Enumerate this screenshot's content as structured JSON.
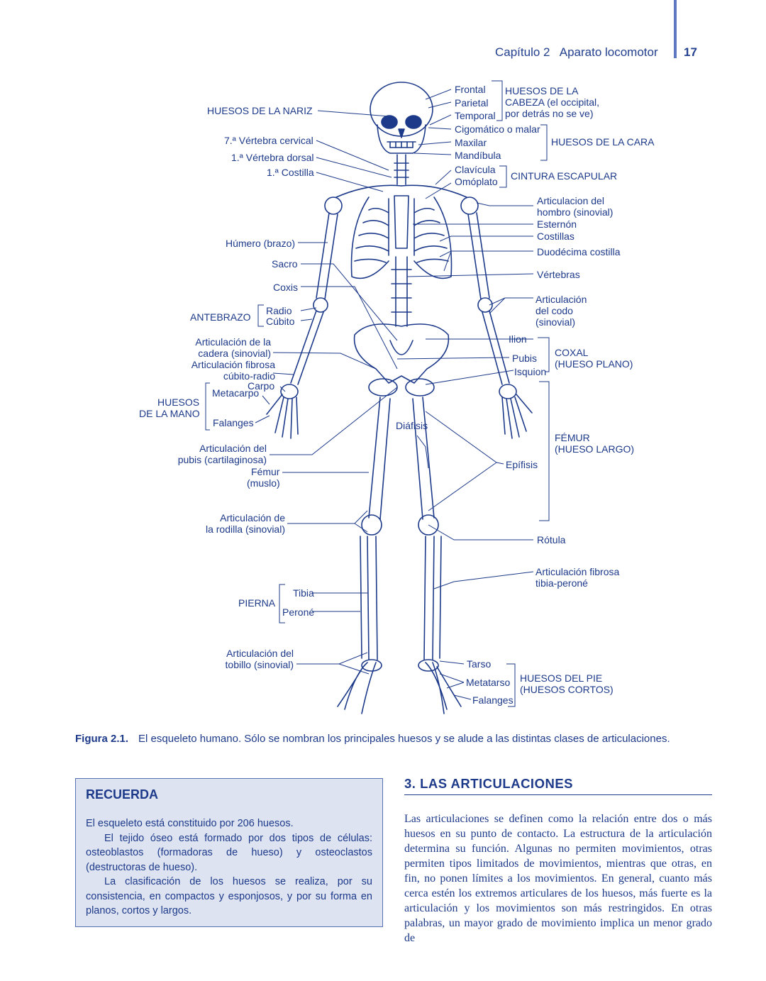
{
  "header": {
    "chapter": "Capítulo 2   Aparato locomotor",
    "page_number": "17"
  },
  "figure": {
    "labels": {
      "huesos_nariz": "HUESOS DE LA NARIZ",
      "vertebra_cervical": "7.ª Vértebra cervical",
      "vertebra_dorsal": "1.ª Vértebra dorsal",
      "costilla_1": "1.ª Costilla",
      "humero": "Húmero (brazo)",
      "sacro": "Sacro",
      "coxis": "Coxis",
      "antebrazo": "ANTEBRAZO",
      "radio": "Radio",
      "cubito": "Cúbito",
      "art_cadera_1": "Articulación de la",
      "art_cadera_2": "cadera (sinovial)",
      "art_fibrosa_1": "Articulación fibrosa",
      "art_fibrosa_2": "cúbito-radio",
      "carpo": "Carpo",
      "metacarpo": "Metacarpo",
      "huesos_mano_1": "HUESOS",
      "huesos_mano_2": "DE LA MANO",
      "falanges_mano": "Falanges",
      "art_pubis_1": "Articulación del",
      "art_pubis_2": "pubis (cartilaginosa)",
      "femur_1": "Fémur",
      "femur_2": "(muslo)",
      "art_rodilla_1": "Articulación de",
      "art_rodilla_2": "la rodilla (sinovial)",
      "pierna": "PIERNA",
      "tibia": "Tibia",
      "perone": "Peroné",
      "art_tobillo_1": "Articulación del",
      "art_tobillo_2": "tobillo (sinovial)",
      "frontal": "Frontal",
      "parietal": "Parietal",
      "temporal": "Temporal",
      "huesos_cabeza_1": "HUESOS DE LA",
      "huesos_cabeza_2": "CABEZA (el occipital,",
      "huesos_cabeza_3": "por detrás no se ve)",
      "cigomatico": "Cigomático o malar",
      "maxilar": "Maxilar",
      "mandibula": "Mandíbula",
      "huesos_cara": "HUESOS DE LA CARA",
      "clavicula": "Clavícula",
      "omoplato": "Omóplato",
      "cintura_escapular": "CINTURA ESCAPULAR",
      "art_hombro_1": "Articulacion del",
      "art_hombro_2": "hombro (sinovial)",
      "esternon": "Esternón",
      "costillas": "Costillas",
      "duodecima": "Duodécima costilla",
      "vertebras": "Vértebras",
      "art_codo_1": "Articulación",
      "art_codo_2": "del codo",
      "art_codo_3": "(sinovial)",
      "ilion": "Ilion",
      "pubis": "Pubis",
      "isquion": "Isquion",
      "coxal_1": "COXAL",
      "coxal_2": "(HUESO PLANO)",
      "diafisis": "Diáfisis",
      "femur_largo_1": "FÉMUR",
      "femur_largo_2": "(HUESO LARGO)",
      "epifisis": "Epífisis",
      "rotula": "Rótula",
      "art_tibia_1": "Articulación fibrosa",
      "art_tibia_2": "tibia-peroné",
      "tarso": "Tarso",
      "metatarso": "Metatarso",
      "falanges_pie": "Falanges",
      "huesos_pie_1": "HUESOS DEL PIE",
      "huesos_pie_2": "(HUESOS CORTOS)"
    },
    "caption_label": "Figura 2.1.",
    "caption_text": "El esqueleto humano. Sólo se nombran los principales huesos y se alude a las distintas clases de articulaciones."
  },
  "recuerda": {
    "title": "RECUERDA",
    "p1": "El esqueleto está constituido por 206 huesos.",
    "p2": "El tejido óseo está formado por dos tipos de células: osteoblastos (formadoras de hueso) y osteoclastos (destructoras de hueso).",
    "p3": "La clasificación de los huesos se realiza, por su consistencia, en compactos y esponjosos, y por su forma en planos, cortos y largos."
  },
  "section": {
    "title": "3. LAS ARTICULACIONES",
    "body": "Las articulaciones se definen como la relación entre dos o más huesos en su punto de contacto. La estructura de la articulación determina su función. Algunas no permiten movimientos, otras permiten tipos limitados de movimientos, mientras que otras, en fin, no ponen límites a los movimientos. En general, cuanto más cerca estén los extremos articulares de los huesos, más fuerte es la articulación y los movimientos son más restringidos. En otras palabras, un mayor grado de movimiento implica un menor grado de"
  },
  "colors": {
    "ink": "#1d3a8a",
    "box_fill": "#dde3f1",
    "box_border": "#5671b3"
  }
}
